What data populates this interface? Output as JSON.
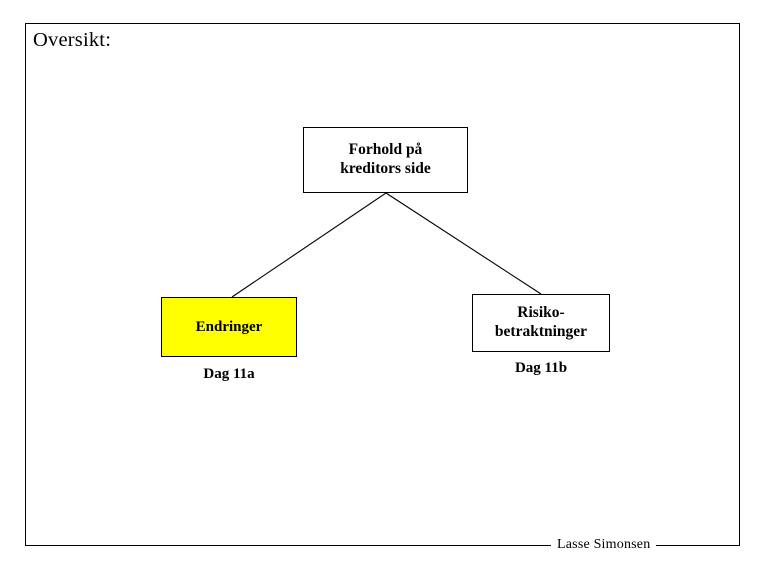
{
  "slide": {
    "title": "Oversikt:",
    "background_color": "#ffffff",
    "border_color": "#000000"
  },
  "diagram": {
    "type": "hierarchy",
    "nodes": [
      {
        "id": "top",
        "label": "Forhold på kreditors side",
        "line1": "Forhold på",
        "line2": "kreditors side",
        "fill": "#ffffff",
        "border": "#000000"
      },
      {
        "id": "endringer",
        "label": "Endringer",
        "fill": "#ffff00",
        "border": "#000000",
        "caption": "Dag 11a"
      },
      {
        "id": "risiko",
        "label": "Risiko-betraktninger",
        "line1": "Risiko-",
        "line2": "betraktninger",
        "fill": "#ffffff",
        "border": "#000000",
        "caption": "Dag 11b"
      }
    ],
    "edges": [
      {
        "from": "top",
        "to": "endringer"
      },
      {
        "from": "top",
        "to": "risiko"
      }
    ]
  },
  "footer": {
    "author": "Lasse Simonsen"
  }
}
